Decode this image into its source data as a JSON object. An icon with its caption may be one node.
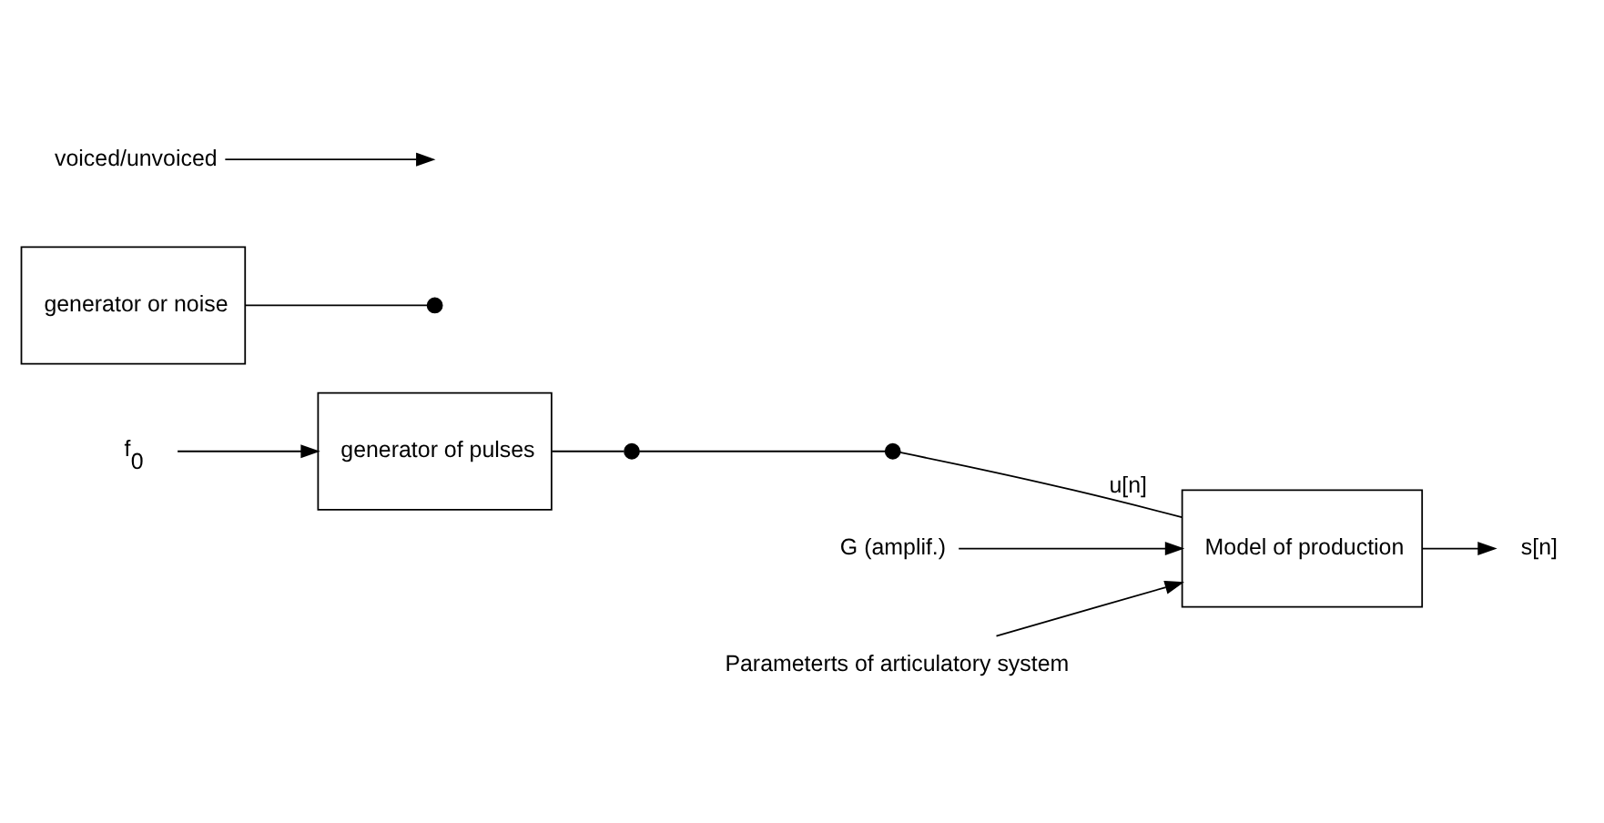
{
  "diagram": {
    "nodes": [
      {
        "text": [
          "f$_{0}$"
        ]
      },
      {
        "text": [
          "generator of pulses"
        ]
      },
      {
        "text": [
          "generator or noise"
        ]
      },
      {
        "text": [],
        "shape": "circle"
      },
      {
        "text": [],
        "shape": "circle"
      },
      {
        "text": [],
        "shape": "circle"
      },
      {
        "text": [
          "voiced/unvoiced"
        ]
      },
      {
        "text": [
          "G (amplif.)"
        ]
      },
      {
        "text": [
          "Parameterts of articulatory system"
        ]
      },
      {
        "text": [
          "Model of production"
        ]
      },
      {
        "text": [
          "s[n]"
        ]
      }
    ],
    "edges": [
      {
        "from": 0,
        "to": 1,
        "arrow": "to"
      },
      {
        "from": 1,
        "to": 3,
        "arrow": "none"
      },
      {
        "from": 2,
        "to": 4,
        "arrow": "none"
      },
      {
        "from": 3,
        "to": 5,
        "arrow": "none"
      },
      {
        "from": 6,
        "to": null,
        "arrow": "to"
      },
      {
        "from": 5,
        "to": 9,
        "arrow": "none",
        "label": "u[n]"
      },
      {
        "from": 7,
        "to": 9,
        "arrow": "to"
      },
      {
        "from": 8,
        "to": 9,
        "arrow": "to"
      },
      {
        "from": 9,
        "to": 10,
        "arrow": "to"
      }
    ]
  }
}
